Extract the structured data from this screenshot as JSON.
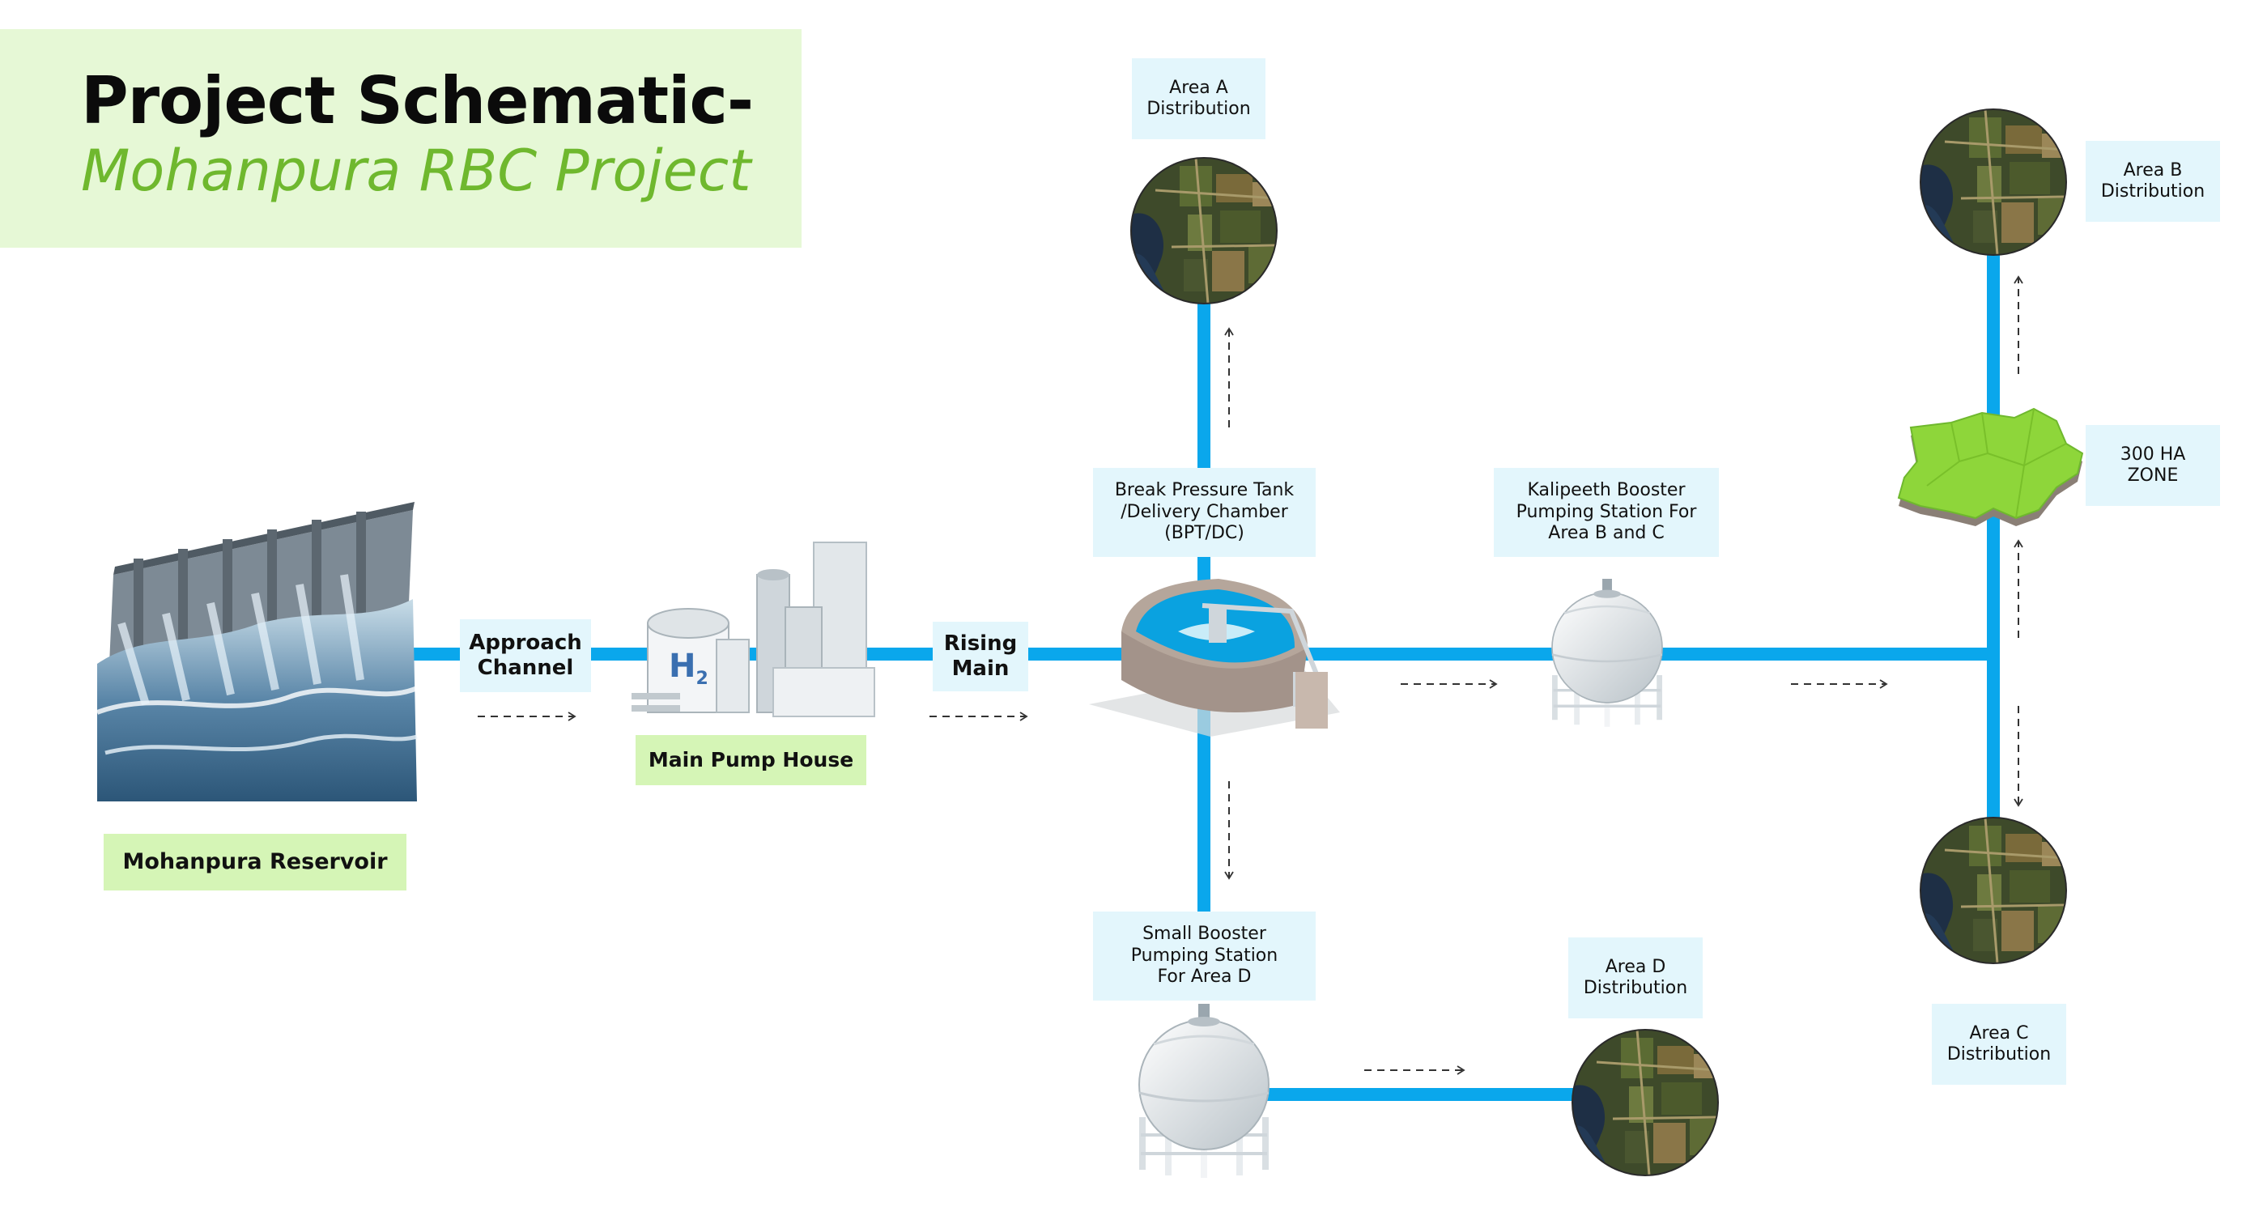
{
  "title": {
    "line1": "Project Schematic-",
    "line2": "Mohanpura RBC Project"
  },
  "labels": {
    "reservoir": "Mohanpura Reservoir",
    "approach": "Approach\nChannel",
    "pump_house": "Main Pump House",
    "h2": "H",
    "h2_sub": "2",
    "rising": "Rising\nMain",
    "bpt": "Break Pressure Tank\n/Delivery Chamber\n(BPT/DC)",
    "area_a": "Area A\nDistribution",
    "small_booster": "Small Booster\nPumping Station\nFor Area D",
    "area_d": "Area D\nDistribution",
    "kalipeeth": "Kalipeeth Booster\nPumping Station For\nArea B and C",
    "area_b": "Area B\nDistribution",
    "zone": "300 HA\nZONE",
    "area_c": "Area C\nDistribution"
  },
  "colors": {
    "pipe": "#0aa7ec",
    "title_green": "#6fb82e",
    "label_blue": "#e3f6fc",
    "label_green": "#d5f5b6",
    "zone_green": "#8ed63a"
  }
}
